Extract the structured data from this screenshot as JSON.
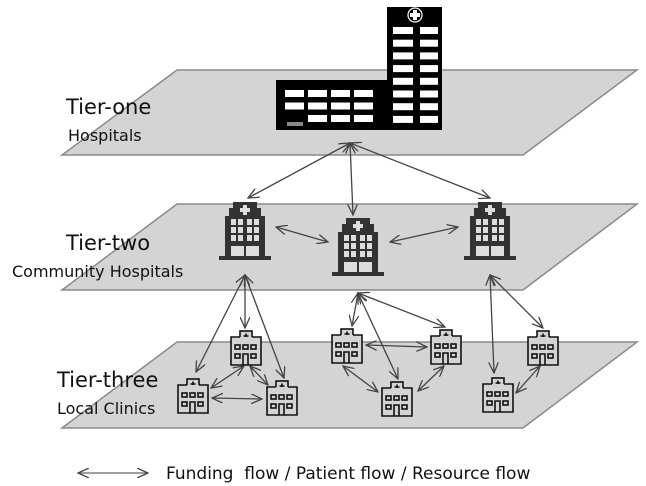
{
  "tiers": [
    {
      "title": "Tier-one",
      "subtitle": "Hospitals"
    },
    {
      "title": "Tier-two",
      "subtitle": "Community Hospitals"
    },
    {
      "title": "Tier-three",
      "subtitle": "Local Clinics"
    }
  ],
  "legend": {
    "icon": "double-arrow-icon",
    "label": "Funding  flow / Patient flow / Resource flow"
  },
  "nodes": {
    "tier_one": [
      {
        "id": "H1",
        "icon": "large-hospital-icon"
      }
    ],
    "tier_two": [
      {
        "id": "C1",
        "icon": "community-hospital-icon"
      },
      {
        "id": "C2",
        "icon": "community-hospital-icon"
      },
      {
        "id": "C3",
        "icon": "community-hospital-icon"
      }
    ],
    "tier_three": [
      {
        "id": "L1",
        "icon": "clinic-icon"
      },
      {
        "id": "L2",
        "icon": "clinic-icon"
      },
      {
        "id": "L3",
        "icon": "clinic-icon"
      },
      {
        "id": "L4",
        "icon": "clinic-icon"
      },
      {
        "id": "L5",
        "icon": "clinic-icon"
      },
      {
        "id": "L6",
        "icon": "clinic-icon"
      },
      {
        "id": "L7",
        "icon": "clinic-icon"
      },
      {
        "id": "L8",
        "icon": "clinic-icon"
      }
    ]
  },
  "edges": [
    [
      "H1",
      "C1"
    ],
    [
      "H1",
      "C2"
    ],
    [
      "H1",
      "C3"
    ],
    [
      "C1",
      "C2"
    ],
    [
      "C2",
      "C3"
    ],
    [
      "C1",
      "L1"
    ],
    [
      "C1",
      "L2"
    ],
    [
      "C1",
      "L3"
    ],
    [
      "C2",
      "L4"
    ],
    [
      "C2",
      "L5"
    ],
    [
      "C2",
      "L6"
    ],
    [
      "C3",
      "L7"
    ],
    [
      "C3",
      "L8"
    ],
    [
      "L1",
      "L2"
    ],
    [
      "L1",
      "L3"
    ],
    [
      "L2",
      "L3"
    ],
    [
      "L4",
      "L5"
    ],
    [
      "L4",
      "L6"
    ],
    [
      "L5",
      "L6"
    ],
    [
      "L7",
      "L8"
    ]
  ],
  "colors": {
    "plane": "#d4d4d4",
    "plane_border": "#8a8a8a",
    "hospital": "#000000",
    "community": "#333333",
    "arrow": "#444444"
  }
}
